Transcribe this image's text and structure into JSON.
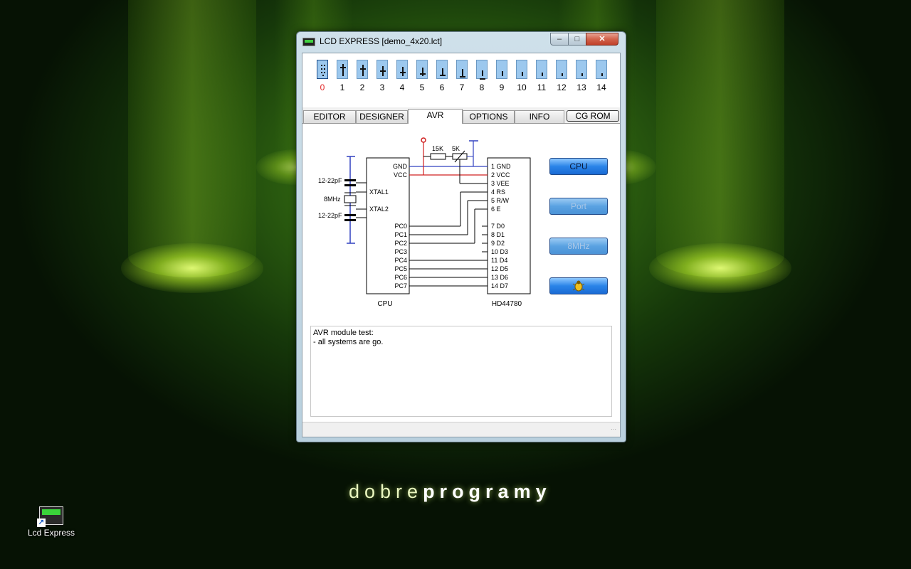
{
  "desktop": {
    "brand_part1": "dobre",
    "brand_part2": "programy",
    "icon_label": "Lcd Express"
  },
  "window": {
    "title": "LCD EXPRESS  [demo_4x20.lct]",
    "minimize_glyph": "‒",
    "maximize_glyph": "□",
    "close_glyph": "✕"
  },
  "char_strip": {
    "cells": [
      "0",
      "1",
      "2",
      "3",
      "4",
      "5",
      "6",
      "7",
      "8",
      "9",
      "10",
      "11",
      "12",
      "13",
      "14"
    ],
    "selected_index": 0
  },
  "tabs": {
    "items": [
      "EDITOR",
      "DESIGNER",
      "AVR",
      "OPTIONS",
      "INFO"
    ],
    "active": "AVR",
    "cgrom_label": "CG ROM"
  },
  "schematic": {
    "cpu_caption": "CPU",
    "lcd_caption": "HD44780",
    "cpu_power_pins": [
      "GND",
      "VCC"
    ],
    "cpu_xtal_pins": [
      "XTAL1",
      "XTAL2"
    ],
    "cpu_port_pins": [
      "PC0",
      "PC1",
      "PC2",
      "PC3",
      "PC4",
      "PC5",
      "PC6",
      "PC7"
    ],
    "lcd_pins": [
      "1 GND",
      "2 VCC",
      "3 VEE",
      "4 RS",
      "5 R/W",
      "6 E",
      "7 D0",
      "8 D1",
      "9 D2",
      "10 D3",
      "11 D4",
      "12 D5",
      "13 D6",
      "14 D7"
    ],
    "cap_top": "12-22pF",
    "crystal": "8MHz",
    "cap_bottom": "12-22pF",
    "resistor": "15K",
    "pot": "5K"
  },
  "side_buttons": {
    "cpu": "CPU",
    "port": "Port",
    "freq": "8MHz",
    "bug_icon": "bug-icon"
  },
  "log": {
    "line1": "AVR module test:",
    "line2": "- all systems are go."
  },
  "colors": {
    "wire_blue": "#3040c0",
    "wire_red": "#d02020",
    "char_cell": "#9cc8ee",
    "button_blue": "#2a84e8"
  }
}
